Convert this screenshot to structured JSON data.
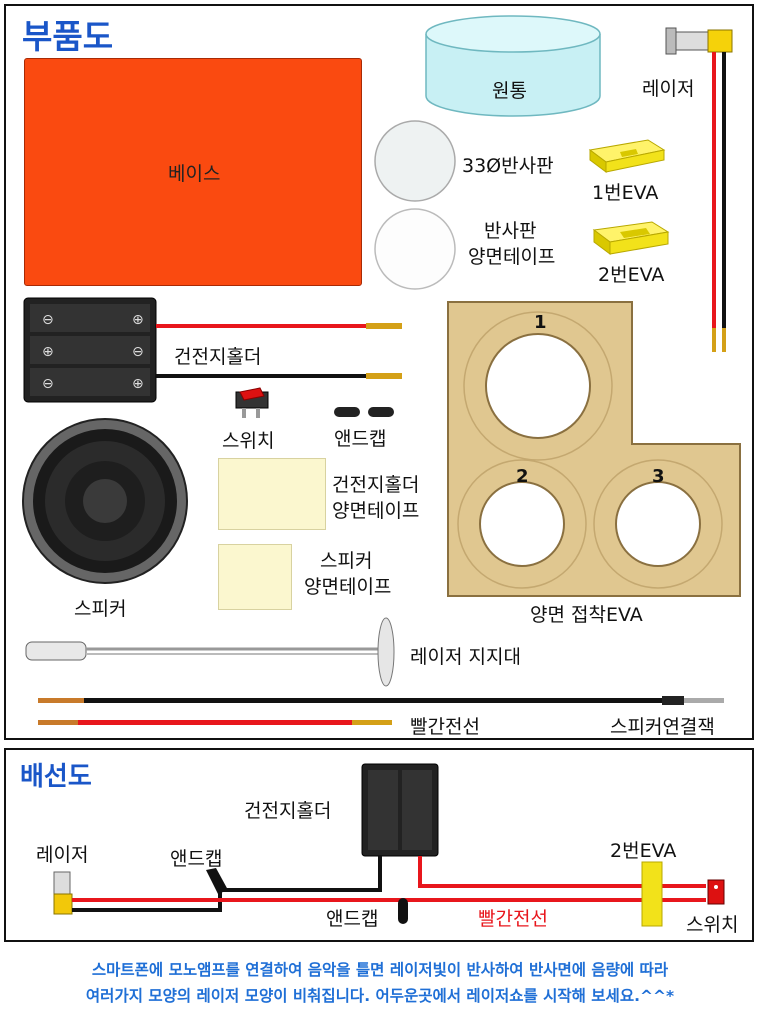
{
  "parts": {
    "title": "부품도",
    "base": "베이스",
    "cylinder": "원통",
    "laser": "레이저",
    "mirror33": "33Ø반사판",
    "mirror_tape_line1": "반사판",
    "mirror_tape_line2": "양면테이프",
    "eva1": "1번EVA",
    "eva2": "2번EVA",
    "battery_holder": "건전지홀더",
    "switch": "스위치",
    "end_cap": "앤드캡",
    "holder_tape_line1": "건전지홀더",
    "holder_tape_line2": "양면테이프",
    "speaker_tape_line1": "스피커",
    "speaker_tape_line2": "양면테이프",
    "speaker": "스피커",
    "double_eva": "양면 접착EVA",
    "eva_numbers": [
      "1",
      "2",
      "3"
    ],
    "laser_stand": "레이저 지지대",
    "red_wire": "빨간전선",
    "speaker_cable": "스피커연결잭"
  },
  "wiring": {
    "title": "배선도",
    "battery_holder": "건전지홀더",
    "laser": "레이저",
    "end_cap_1": "앤드캡",
    "end_cap_2": "앤드캡",
    "red_wire": "빨간전선",
    "eva2": "2번EVA",
    "switch": "스위치"
  },
  "footer": {
    "line1": "스마트폰에 모노앰프를 연결하여 음악을 틀면 레이저빛이 반사하여 반사면에 음량에 따라",
    "line2": "여러가지 모양의 레이저 모양이 비춰집니다. 어두운곳에서 레이저쇼를 시작해 보세요.^^*"
  },
  "colors": {
    "title_blue": "#1a56c8",
    "footer_blue": "#1f6fd6",
    "base_orange": "#fa4a10",
    "eva_tan": "#e0c790",
    "eva_yellow": "#f2e21a",
    "tape_cream": "#fbf7cf",
    "wire_red": "#e8161c",
    "wire_black": "#111111"
  }
}
